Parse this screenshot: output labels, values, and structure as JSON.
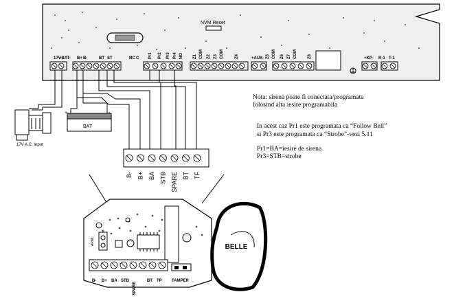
{
  "board": {
    "nvm_reset_label": "NVM Reset",
    "terminal_labels": [
      "17V",
      "+BAT-",
      "B+",
      "B-",
      "BT",
      "ST",
      "NC",
      "C",
      "Pr1",
      "Pr2",
      "Pr3",
      "Pr4",
      "NO",
      "Z1",
      "COM",
      "Z2",
      "Z3",
      "COM",
      "Z4",
      "+AUX-",
      "Z5",
      "COM",
      "Z6",
      "Z7",
      "COM",
      "Z8",
      "+KP-",
      "R-1",
      "T-1"
    ]
  },
  "transformer": {
    "label": "17V A.C. Input"
  },
  "battery": {
    "label": "BAT",
    "plus": "+",
    "minus": "-"
  },
  "siren_terminals": [
    "B-",
    "B+",
    "BA",
    "STB",
    "SPARE",
    "BT",
    "TF"
  ],
  "notes": {
    "note_line1": "Nota: sirena poate fi conectata/programata",
    "note_line2": "folosind alta iesire programabila",
    "case_line1": "In acest caz Pr1 este programata ca “Follow Bell”",
    "case_line2": "si Pr3 este programata ca “Strobe”-vezi 5.11",
    "pr1_line": "Pr1=BA=iesire de sirena",
    "pr3_line": "Pr3=STB=strobe"
  },
  "siren_board": {
    "bottom_labels": [
      "B-",
      "B+",
      "BA",
      "STB",
      "SPARE",
      "BT",
      "TP",
      "TAMPER"
    ]
  },
  "siren_cover": {
    "label": "BELLE"
  }
}
